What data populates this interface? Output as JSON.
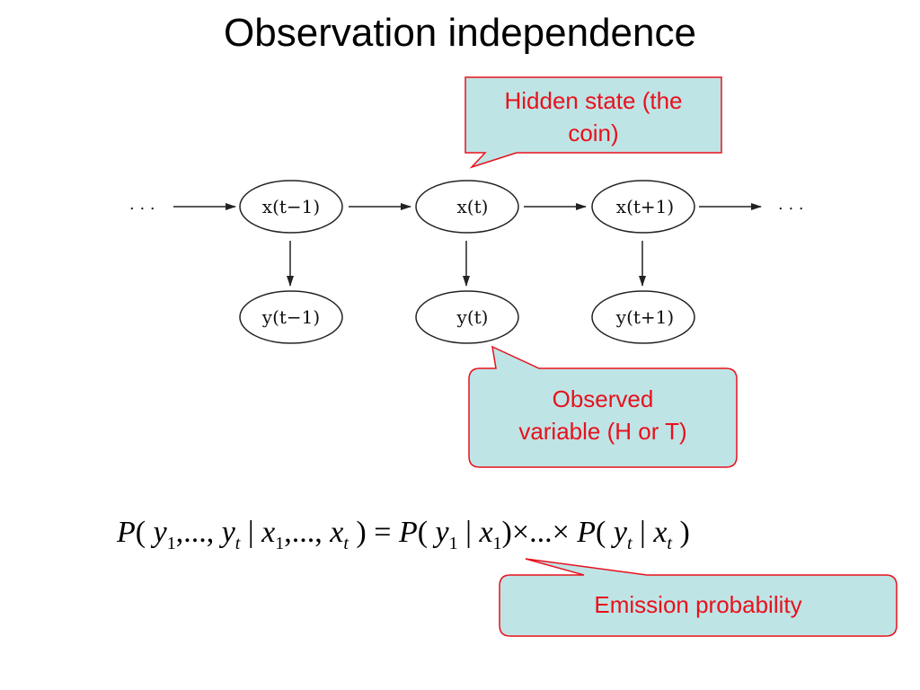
{
  "title": "Observation independence",
  "diagram": {
    "ellipsis_left": ". . .",
    "ellipsis_right": ". . .",
    "hidden_nodes": [
      "x(t−1)",
      "x(t)",
      "x(t+1)"
    ],
    "observed_nodes": [
      "y(t−1)",
      "y(t)",
      "y(t+1)"
    ]
  },
  "callouts": {
    "hidden": {
      "line1": "Hidden state (the",
      "line2": "coin)"
    },
    "observed": {
      "line1": "Observed",
      "line2": "variable (H or T)"
    },
    "emission": {
      "line1": "Emission probability"
    }
  },
  "formula": {
    "P": "P",
    "y": "y",
    "x": "x",
    "sub1": "1",
    "subt": "t",
    "lp": "(",
    "rp": ")",
    "dots_comma": ",...,",
    "comma": ",",
    "bar": "|",
    "eq": "=",
    "times": "×",
    "dots": "..."
  },
  "colors": {
    "callout_fill": "#bfe4e6",
    "callout_border": "#e8111c",
    "callout_text": "#e8111c"
  }
}
